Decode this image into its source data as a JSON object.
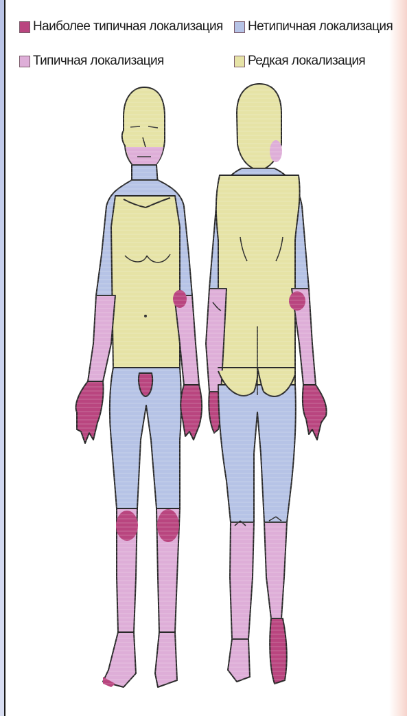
{
  "legend": {
    "items": [
      {
        "label": "Наиболее типичная локализация",
        "color": "#b9457f"
      },
      {
        "label": "Типичная локализация",
        "color": "#deaed8"
      },
      {
        "label": "Нетипичная локализация",
        "color": "#b6c3e6"
      },
      {
        "label": "Редкая локализация",
        "color": "#e6e3a6"
      }
    ]
  },
  "figures": [
    "front-view",
    "back-view"
  ]
}
